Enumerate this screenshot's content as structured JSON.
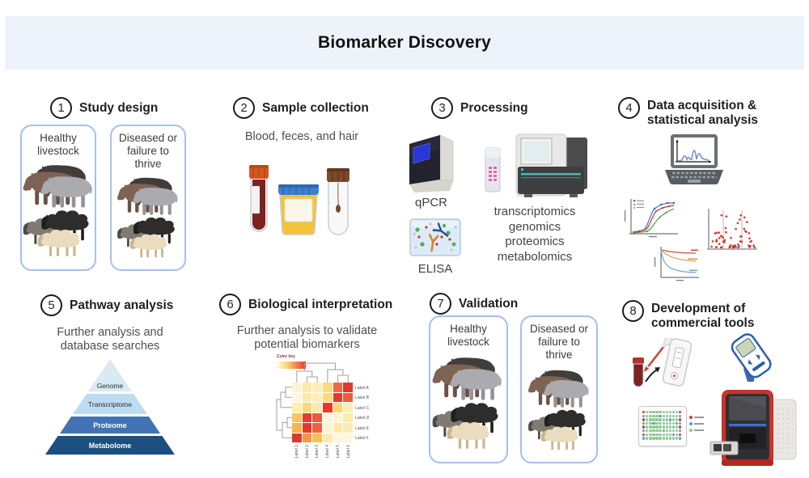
{
  "banner": {
    "title": "Biomarker Discovery"
  },
  "steps": {
    "s1": {
      "num": "1",
      "title": "Study design"
    },
    "s2": {
      "num": "2",
      "title": "Sample collection",
      "subtitle": "Blood, feces, and hair"
    },
    "s3": {
      "num": "3",
      "title": "Processing",
      "qpcr_label": "qPCR",
      "elisa_label": "ELISA",
      "omics_lines": [
        "transcriptomics",
        "genomics",
        "proteomics",
        "metabolomics"
      ]
    },
    "s4": {
      "num": "4",
      "title_line1": "Data acquisition &",
      "title_line2": "statistical analysis"
    },
    "s5": {
      "num": "5",
      "title": "Pathway analysis",
      "subtitle_line1": "Further analysis and",
      "subtitle_line2": "database searches"
    },
    "s6": {
      "num": "6",
      "title": "Biological interpretation",
      "subtitle_line1": "Further analysis to validate",
      "subtitle_line2": "potential biomarkers"
    },
    "s7": {
      "num": "7",
      "title": "Validation"
    },
    "s8": {
      "num": "8",
      "title_line1": "Development of",
      "title_line2": "commercial tools"
    }
  },
  "livestock": {
    "healthy_line1": "Healthy",
    "healthy_line2": "livestock",
    "diseased_line1": "Diseased or",
    "diseased_line2": "failure to",
    "diseased_line3": "thrive"
  },
  "pyramid": {
    "layers": [
      {
        "label": "Genome",
        "color": "#d9eaf5",
        "text_color": "#2b2b2b"
      },
      {
        "label": "Transcriptome",
        "color": "#bedcf1",
        "text_color": "#2b2b2b"
      },
      {
        "label": "Proteome",
        "color": "#4173b4",
        "text_color": "#ffffff"
      },
      {
        "label": "Metabolome",
        "color": "#1d4e80",
        "text_color": "#ffffff"
      }
    ]
  },
  "heatmap": {
    "color_key_label": "Color key",
    "gradient": [
      "#fffde9",
      "#fdd97c",
      "#f4884a",
      "#e2372e"
    ],
    "row_labels": [
      "Label A",
      "Label B",
      "Label C",
      "Label D",
      "Label E",
      "Label F"
    ],
    "col_labels": [
      "Label 1",
      "Label 2",
      "Label 3",
      "Label 4",
      "Label 5",
      "Label 6"
    ],
    "cells": [
      [
        "#fdf3d7",
        "#fde9a8",
        "#fdeeb6",
        "#fdd97e",
        "#ed6a45",
        "#e2372e"
      ],
      [
        "#fdf6e0",
        "#fdeca9",
        "#fdeeb9",
        "#fcd97c",
        "#e23a2f",
        "#ea5c3c"
      ],
      [
        "#fdeeb3",
        "#fcd87a",
        "#fdeab0",
        "#e43a2e",
        "#fcd87a",
        "#fdeeb6"
      ],
      [
        "#f9c45c",
        "#e33c2e",
        "#ea5a3b",
        "#fdf4da",
        "#fdf3d7",
        "#fdeab0"
      ],
      [
        "#f6b44e",
        "#e43a2e",
        "#ec6342",
        "#fdf2d2",
        "#fde9a8",
        "#fdeab0"
      ],
      [
        "#e2372e",
        "#f09b42",
        "#f6c155",
        "#fdeab0",
        "#fdf6e0",
        "#fdf5dc"
      ]
    ]
  },
  "well_plate": {
    "pattern": [
      "rggggggggggr",
      "bggggbgggggb",
      "rgggggggbggr",
      "bggbggggggbb",
      "rggggggggggr",
      "bgggggbggggb",
      "rggggggggbgr",
      "bggggggggggb"
    ],
    "colors": {
      "r": "#c4453c",
      "b": "#5b9bd5",
      "g": "#8fca8f"
    }
  },
  "icons": {
    "step1": [
      "healthy-livestock-box",
      "diseased-livestock-box",
      "cow-icon",
      "sheep-icon"
    ],
    "step2": [
      "blood-tube-icon",
      "specimen-cup-icon",
      "hair-sample-tube-icon"
    ],
    "step3": [
      "qpcr-machine-icon",
      "flow-cell-icon",
      "sequencer-icon",
      "elisa-plate-icon"
    ],
    "step4": [
      "laptop-chromatogram-icon",
      "growth-curves-chart",
      "volcano-scatter-chart",
      "decay-curves-chart"
    ],
    "step5": [
      "omics-pyramid"
    ],
    "step6": [
      "cluster-heatmap"
    ],
    "step7": [
      "healthy-livestock-box",
      "diseased-livestock-box"
    ],
    "step8": [
      "rapid-test-icon",
      "glucometer-icon",
      "well-plate-icon",
      "benchtop-analyzer-icon"
    ]
  },
  "colors": {
    "banner_bg": "#edf3fb",
    "box_border": "#a7c0e8",
    "heading_text": "#1f1f1f"
  }
}
